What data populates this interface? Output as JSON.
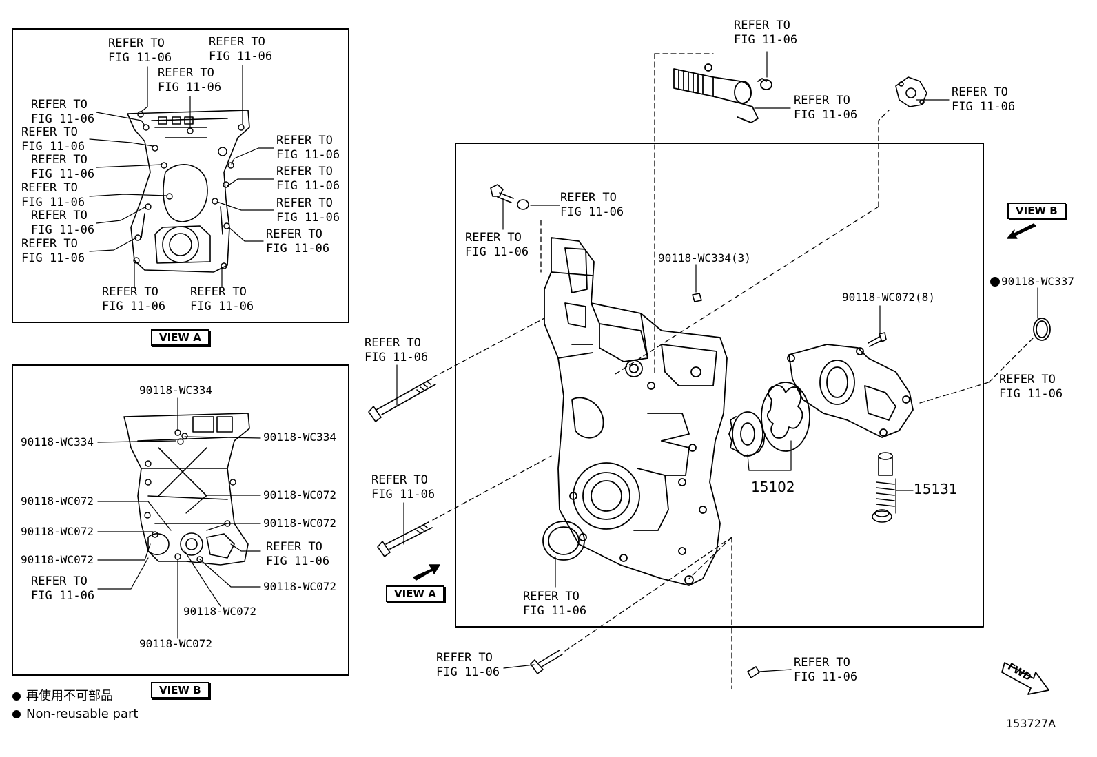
{
  "refer_text": "REFER TO\nFIG 11-06",
  "view_a_label": "VIEW A",
  "view_b_label": "VIEW B",
  "fwd_label": "FWD",
  "part_numbers": {
    "wc334": "90118-WC334",
    "wc334_qty": "90118-WC334(3)",
    "wc072": "90118-WC072",
    "wc072_qty": "90118-WC072(8)",
    "wc337": "90118-WC337",
    "p15102": "15102",
    "p15131": "15131"
  },
  "legend": {
    "jp": "再使用不可部品",
    "en": "Non-reusable part"
  },
  "illustration_number": "153727A"
}
